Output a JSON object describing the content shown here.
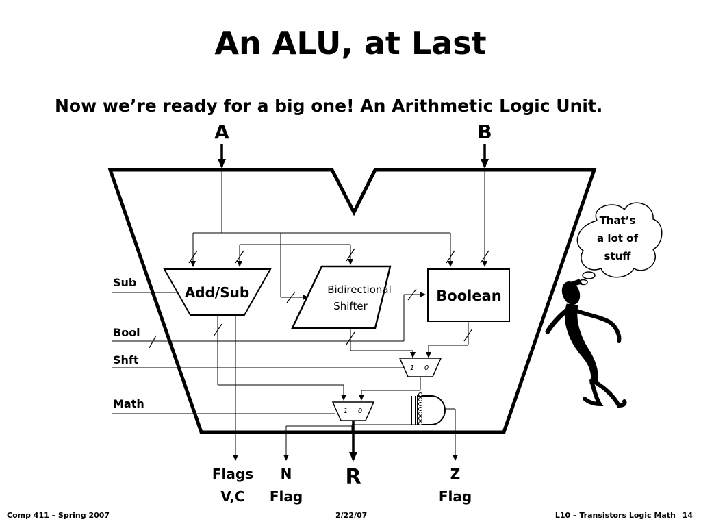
{
  "slide": {
    "title": "An ALU, at Last",
    "subtitle": "Now we’re ready for a big one! An Arithmetic Logic Unit."
  },
  "diagram": {
    "input_a": "A",
    "input_b": "B",
    "blocks": {
      "add_sub": "Add/Sub",
      "shifter_line1": "Bidirectional",
      "shifter_line2": "Shifter",
      "boolean": "Boolean"
    },
    "controls": {
      "sub": "Sub",
      "bool": "Bool",
      "shft": "Shft",
      "math": "Math"
    },
    "mux_labels": {
      "one": "1",
      "zero": "0"
    },
    "outputs": {
      "flags_line1": "Flags",
      "flags_line2": "V,C",
      "n_line1": "N",
      "n_line2": "Flag",
      "r": "R",
      "z_line1": "Z",
      "z_line2": "Flag"
    },
    "thought_bubble": {
      "line1": "That’s",
      "line2": "a lot of",
      "line3": "stuff"
    }
  },
  "footer": {
    "left": "Comp 411 – Spring 2007",
    "center": "2/22/07",
    "right": "L10 – Transistors Logic Math",
    "page": "14"
  }
}
